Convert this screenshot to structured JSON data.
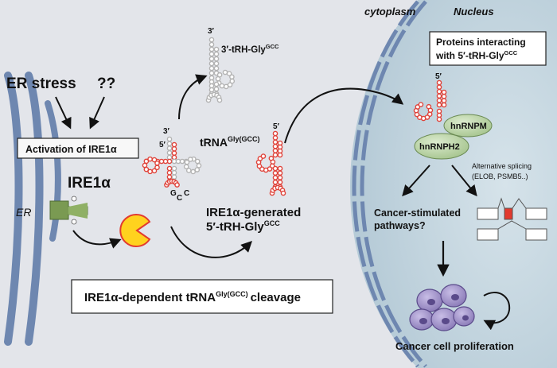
{
  "regions": {
    "cytoplasm": "cytoplasm",
    "nucleus": "Nucleus",
    "er": "ER"
  },
  "labels": {
    "er_stress": "ER stress",
    "er_stress_q": "??",
    "activation": "Activation of IRE1α",
    "ire1a": "IRE1α",
    "three_prime_fragment": "3′-tRH-Gly",
    "gcc_sup": "GCC",
    "prime3": "3′",
    "prime5": "5′",
    "trna": "tRNA",
    "trna_sup": "Gly(GCC)",
    "gcc_letters": [
      "G",
      "C",
      "C"
    ],
    "generated_line1": "IRE1α-generated",
    "generated_line2": "5′-tRH-Gly",
    "cleavage_main": "IRE1α-dependent tRNA",
    "cleavage_sup": "Gly(GCC)",
    "cleavage_tail": "cleavage",
    "proteins_line1": "Proteins interacting",
    "proteins_line2": "with 5′-tRH-Gly",
    "hnrnpm": "hnRNPM",
    "hnrnph2": "hnRNPH2",
    "alt_splicing_line1": "Alternative splicing",
    "alt_splicing_line2": "(ELOB, PSMB5..)",
    "pathways_line1": "Cancer-stimulated",
    "pathways_line2": "pathways?",
    "proliferation": "Cancer cell proliferation"
  },
  "colors": {
    "cyto_bg": "#e3e5ea",
    "nucleus_bg": "#bfd3de",
    "membrane": "#6e87b0",
    "red_rna": "#e0433a",
    "gray_rna": "#b3b3b3",
    "protein_green": "#b9d2a2",
    "receptor_green": "#7a9a52",
    "pacman": "#ffd21e",
    "cell_purple": "#8a7ab8"
  }
}
